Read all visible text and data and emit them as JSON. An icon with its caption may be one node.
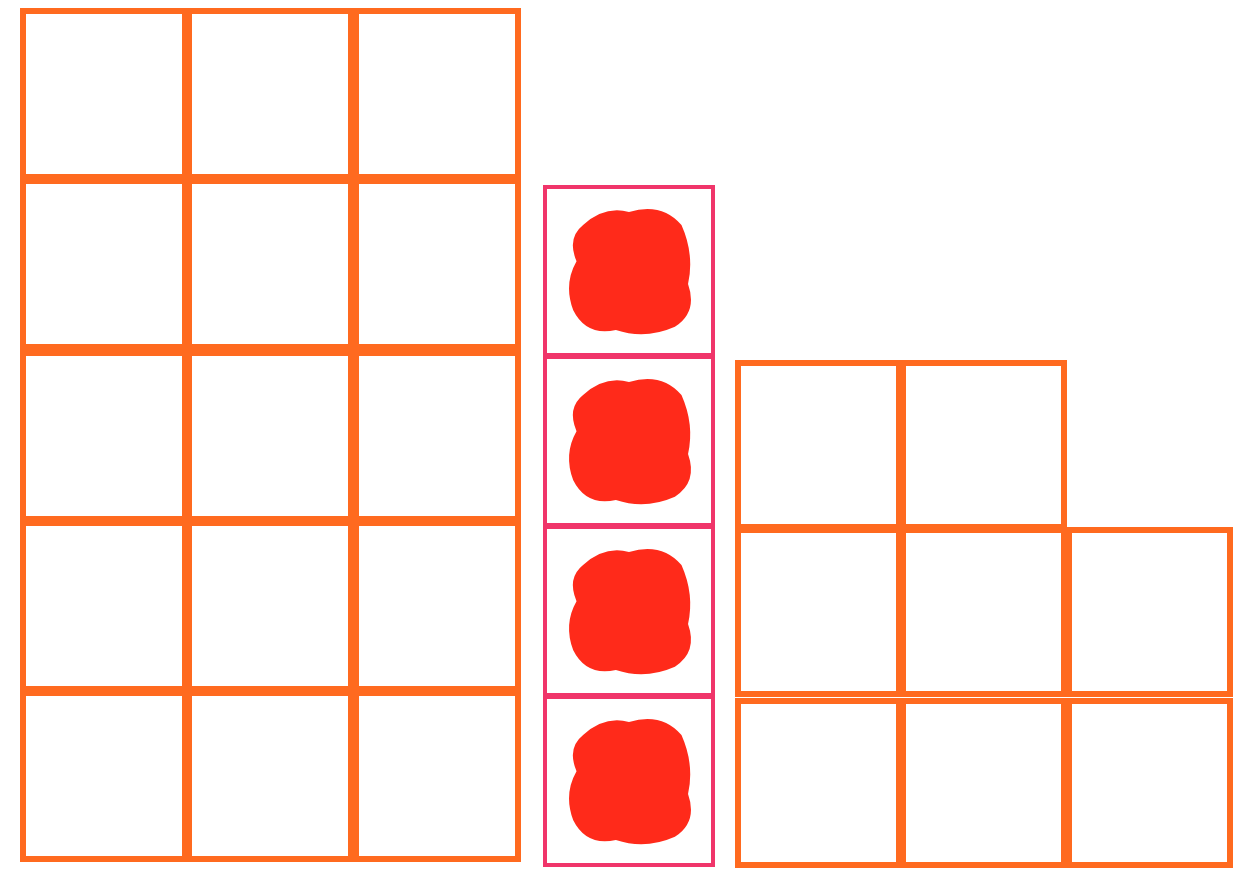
{
  "diagram": {
    "nodes": [
      {
        "text": [],
        "shape": "box"
      },
      {
        "text": [],
        "shape": "box"
      },
      {
        "text": [],
        "shape": "box"
      },
      {
        "text": [],
        "shape": "box"
      },
      {
        "text": [],
        "shape": "box"
      },
      {
        "text": [],
        "shape": "box"
      },
      {
        "text": [],
        "shape": "box"
      },
      {
        "text": [],
        "shape": "box"
      },
      {
        "text": [],
        "shape": "box"
      },
      {
        "text": [],
        "shape": "box"
      },
      {
        "text": [],
        "shape": "box"
      },
      {
        "text": [],
        "shape": "box"
      },
      {
        "text": [],
        "shape": "box"
      },
      {
        "text": [],
        "shape": "box"
      },
      {
        "text": [],
        "shape": "box"
      },
      {
        "text": [],
        "shape": "box"
      },
      {
        "text": [],
        "shape": "box"
      },
      {
        "text": [],
        "shape": "box"
      },
      {
        "text": [],
        "shape": "box"
      },
      {
        "text": [],
        "shape": "box"
      },
      {
        "text": [],
        "shape": "box"
      },
      {
        "text": [],
        "shape": "box"
      },
      {
        "text": [],
        "shape": "box"
      },
      {
        "text": [],
        "shape": "box"
      },
      {
        "text": [],
        "shape": "box"
      },
      {
        "text": [],
        "shape": "box"
      },
      {
        "text": [],
        "shape": "box"
      }
    ]
  }
}
